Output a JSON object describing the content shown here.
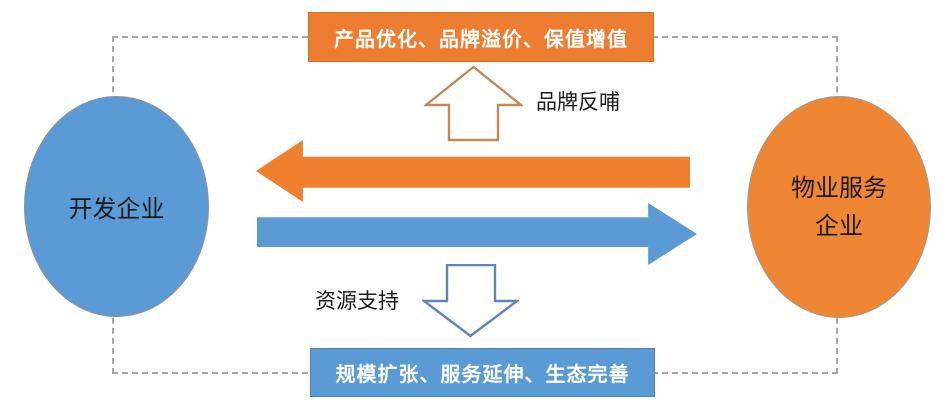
{
  "entities": {
    "developer": {
      "label": "开发企业",
      "fill": "#5B9BD5"
    },
    "property": {
      "label": "物业服务企业",
      "label_line1": "物业服务",
      "label_line2": "企业",
      "fill": "#EE8633"
    }
  },
  "boxes": {
    "top": {
      "label": "产品优化、品牌溢价、保值增值",
      "fill": "#ED7D31",
      "text_color": "#FFFFFF"
    },
    "bottom": {
      "label": "规模扩张、服务延伸、生态完善",
      "fill": "#5B9BD5",
      "text_color": "#FFFFFF"
    }
  },
  "flows": {
    "brand_feedback": {
      "label": "品牌反哺",
      "big_arrow_points": "left",
      "block_arrow_points": "up",
      "arrow_color": "#F0802D",
      "outline_color": "#BE8A55"
    },
    "resource_support": {
      "label": "资源支持",
      "big_arrow_points": "right",
      "block_arrow_points": "down",
      "arrow_color": "#5B9BD5",
      "outline_color": "#5B87B7"
    }
  },
  "connector": {
    "style": "dashed",
    "color": "#A6A6A6"
  }
}
